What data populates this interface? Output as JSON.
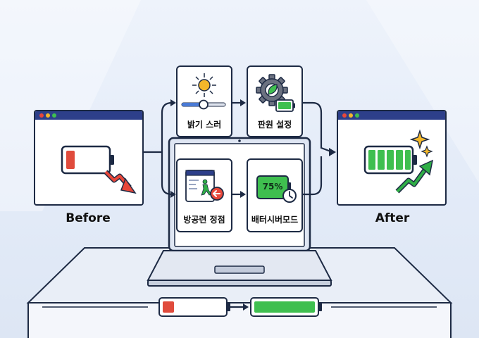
{
  "labels": {
    "before": "Before",
    "after": "After",
    "brightness": "밝기 스러",
    "power_settings": "판원 설정",
    "background_apps": "방공련 정점",
    "battery_mode": "배터시버모드",
    "battery_percent": "75%"
  },
  "colors": {
    "navy": "#1d2a44",
    "titlebar": "#2d3f8a",
    "battery_low": "#e04b3c",
    "battery_good": "#3fbf4f",
    "arrow_red": "#e8473a",
    "arrow_green": "#2fae46",
    "sun": "#f3b72a"
  }
}
